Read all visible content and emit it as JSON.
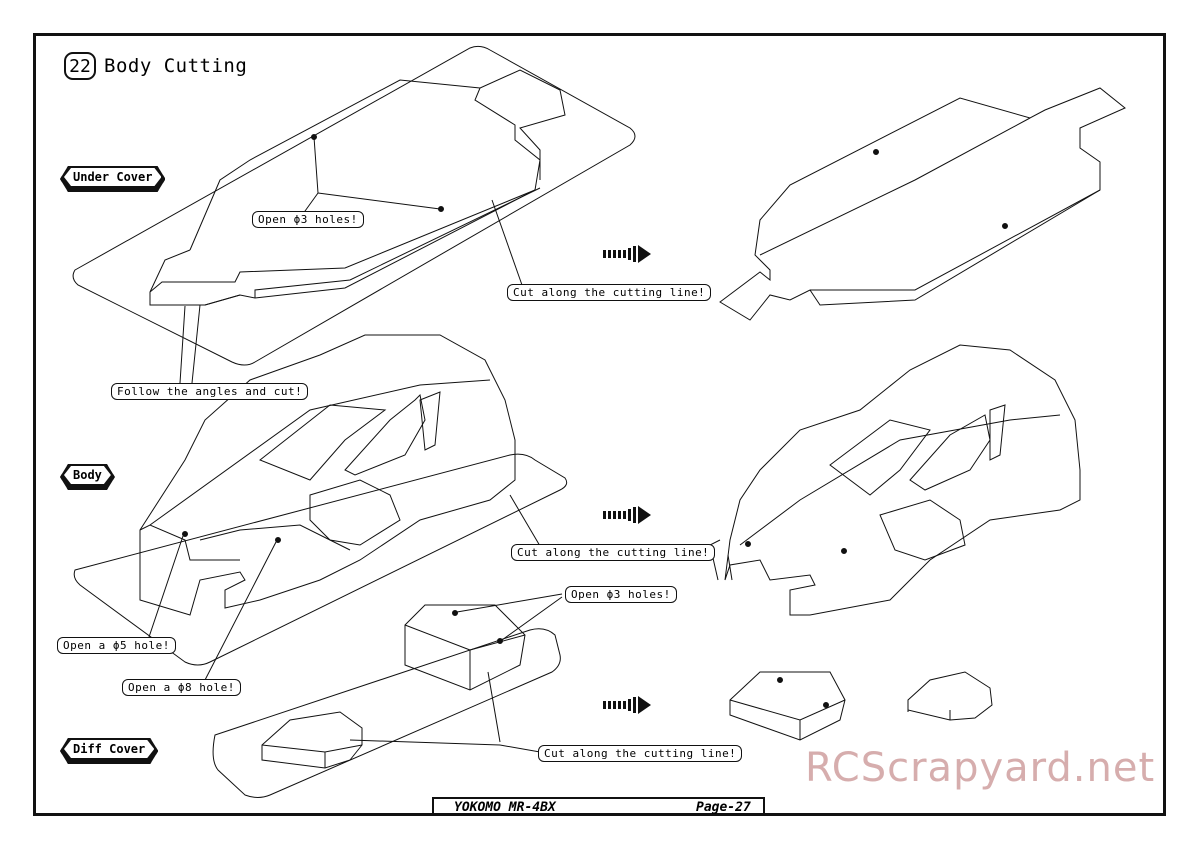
{
  "step": {
    "number": "22",
    "title": "Body Cutting"
  },
  "sections": {
    "under_cover": "Under Cover",
    "body": "Body",
    "diff_cover": "Diff Cover"
  },
  "callouts": {
    "uc_holes": "Open ϕ3 holes!",
    "uc_cut": "Cut along the cutting line!",
    "follow_angles": "Follow the angles and cut!",
    "body_cut": "Cut along the cutting line!",
    "body_hole5": "Open a ϕ5 hole!",
    "body_hole8": "Open a ϕ8 hole!",
    "diff_holes": "Open ϕ3 holes!",
    "diff_cut": "Cut along the cutting line!"
  },
  "footer": {
    "model": "YOKOMO MR-4BX",
    "page": "Page-27"
  },
  "watermark": "RCScrapyard.net",
  "icons": [
    "arrow-right-icon",
    "arrow-right-icon",
    "arrow-right-icon"
  ]
}
